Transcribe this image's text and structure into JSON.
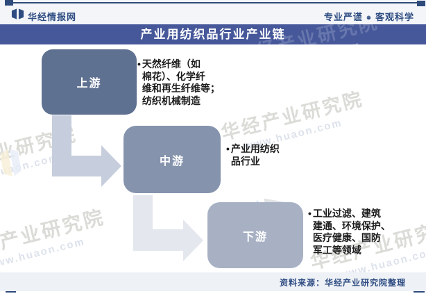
{
  "header": {
    "logo_text": "华经情报网",
    "tagline": "专业严谨 ● 客观科学"
  },
  "title": "产业用纺织品行业产业链",
  "chain": [
    {
      "label": "上游",
      "bullet": "•",
      "text": "天然纤维（如\n棉花）、化学纤\n维和再生纤维等；\n纺织机械制造",
      "color": "#5f7191"
    },
    {
      "label": "中游",
      "bullet": "•",
      "text": "产业用纺织\n品行业",
      "color": "#8593ad"
    },
    {
      "label": "下游",
      "bullet": "•",
      "text": "工业过滤、建筑\n建通、环境保护、\n医疗健康、国防\n军工等领域",
      "color": "#a8b1c4"
    }
  ],
  "footer": {
    "source": "资料来源：华经产业研究院整理"
  },
  "watermark": {
    "brand": "华经产业研究院",
    "url": "www.huaon.com"
  },
  "colors": {
    "title_bar": "#46589a",
    "accent_line": "#2d4a7a",
    "box_upstream": "#5f7191",
    "box_midstream": "#8593ad",
    "box_downstream": "#a8b1c4",
    "arrow_primary": "#c6cedd",
    "arrow_secondary": "#e4e7ee"
  }
}
